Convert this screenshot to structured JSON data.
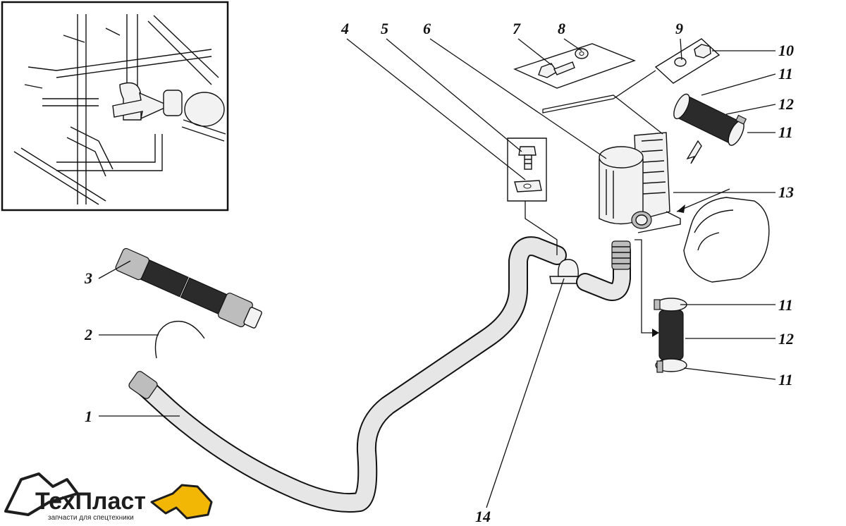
{
  "callouts": {
    "c1": "1",
    "c2": "2",
    "c3": "3",
    "c4": "4",
    "c5": "5",
    "c6": "6",
    "c7": "7",
    "c8": "8",
    "c9": "9",
    "c10": "10",
    "c11a": "11",
    "c12a": "12",
    "c11b": "11",
    "c13": "13",
    "c11c": "11",
    "c12b": "12",
    "c11d": "11",
    "c14": "14"
  },
  "logo": {
    "name": "ТехПласт",
    "tagline": "запчасти для спецтехники",
    "accent_color": "#f2b705"
  }
}
